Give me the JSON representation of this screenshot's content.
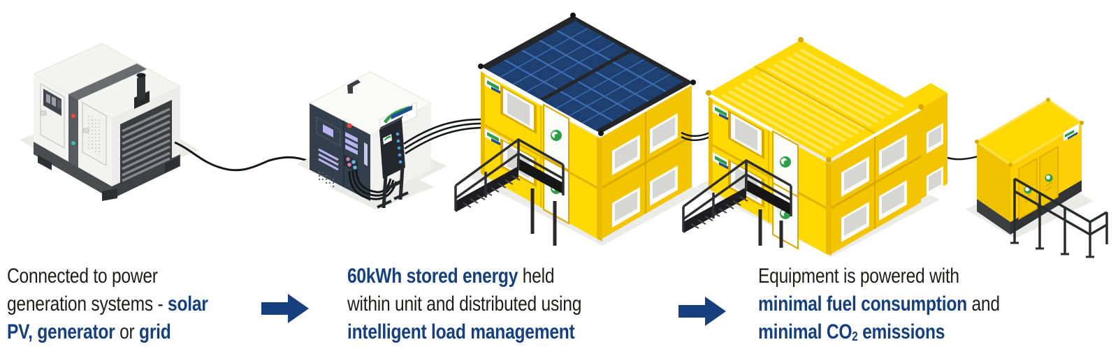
{
  "page": {
    "background": "#ffffff"
  },
  "palette": {
    "text_black": "#1d1d1b",
    "accent_navy": "#16407d",
    "brand_yellow": "#ffd903",
    "yellow_shade": "#f3c500",
    "yellow_trim": "#d9a900",
    "solar_panel_blue": "#1e4070",
    "solar_grid_blue": "#3f6fb2",
    "machine_white": "#f3f3f1",
    "panel_slate": "#333f4b",
    "structure_black": "#2b2d2f",
    "logo_green": "#2e9e49",
    "logo_blue": "#1d4f91",
    "cable_black": "#16181a",
    "shadow_grey": "#eaeae8"
  },
  "illustrations": {
    "diesel_generator": {
      "name": "Diesel generator"
    },
    "battery_unit": {
      "name": "Battery energy storage unit"
    },
    "distribution_box": {
      "name": "Power distribution box on stand"
    },
    "solar_building": {
      "name": "Modular building with rooftop solar PV"
    },
    "accommodation_building": {
      "name": "Modular site accommodation building"
    },
    "small_generator": {
      "name": "Containerised generator"
    }
  },
  "flow_arrows": {
    "count": 2,
    "direction": "right",
    "color": "#16407d"
  },
  "captions": {
    "step1": {
      "lines": [
        {
          "parts": [
            {
              "text": "Connected to power",
              "emphasis": false
            }
          ]
        },
        {
          "parts": [
            {
              "text": "generation systems - ",
              "emphasis": false
            },
            {
              "text": "solar",
              "emphasis": true
            }
          ]
        },
        {
          "parts": [
            {
              "text": "PV, generator",
              "emphasis": true
            },
            {
              "text": " or ",
              "emphasis": false
            },
            {
              "text": "grid",
              "emphasis": true
            }
          ]
        }
      ]
    },
    "step2": {
      "lines": [
        {
          "parts": [
            {
              "text": "60kWh stored energy",
              "emphasis": true
            },
            {
              "text": " held",
              "emphasis": false
            }
          ]
        },
        {
          "parts": [
            {
              "text": "within unit and distributed using",
              "emphasis": false
            }
          ]
        },
        {
          "parts": [
            {
              "text": "intelligent load management",
              "emphasis": true
            }
          ]
        }
      ]
    },
    "step3": {
      "lines": [
        {
          "parts": [
            {
              "text": "Equipment is powered with",
              "emphasis": false
            }
          ]
        },
        {
          "parts": [
            {
              "text": "minimal fuel consumption",
              "emphasis": true
            },
            {
              "text": " and",
              "emphasis": false
            }
          ]
        },
        {
          "parts": [
            {
              "text": "minimal CO",
              "emphasis": true
            },
            {
              "text": "2",
              "emphasis": true,
              "subscript": true
            },
            {
              "text": " emissions",
              "emphasis": true
            }
          ]
        }
      ]
    }
  }
}
